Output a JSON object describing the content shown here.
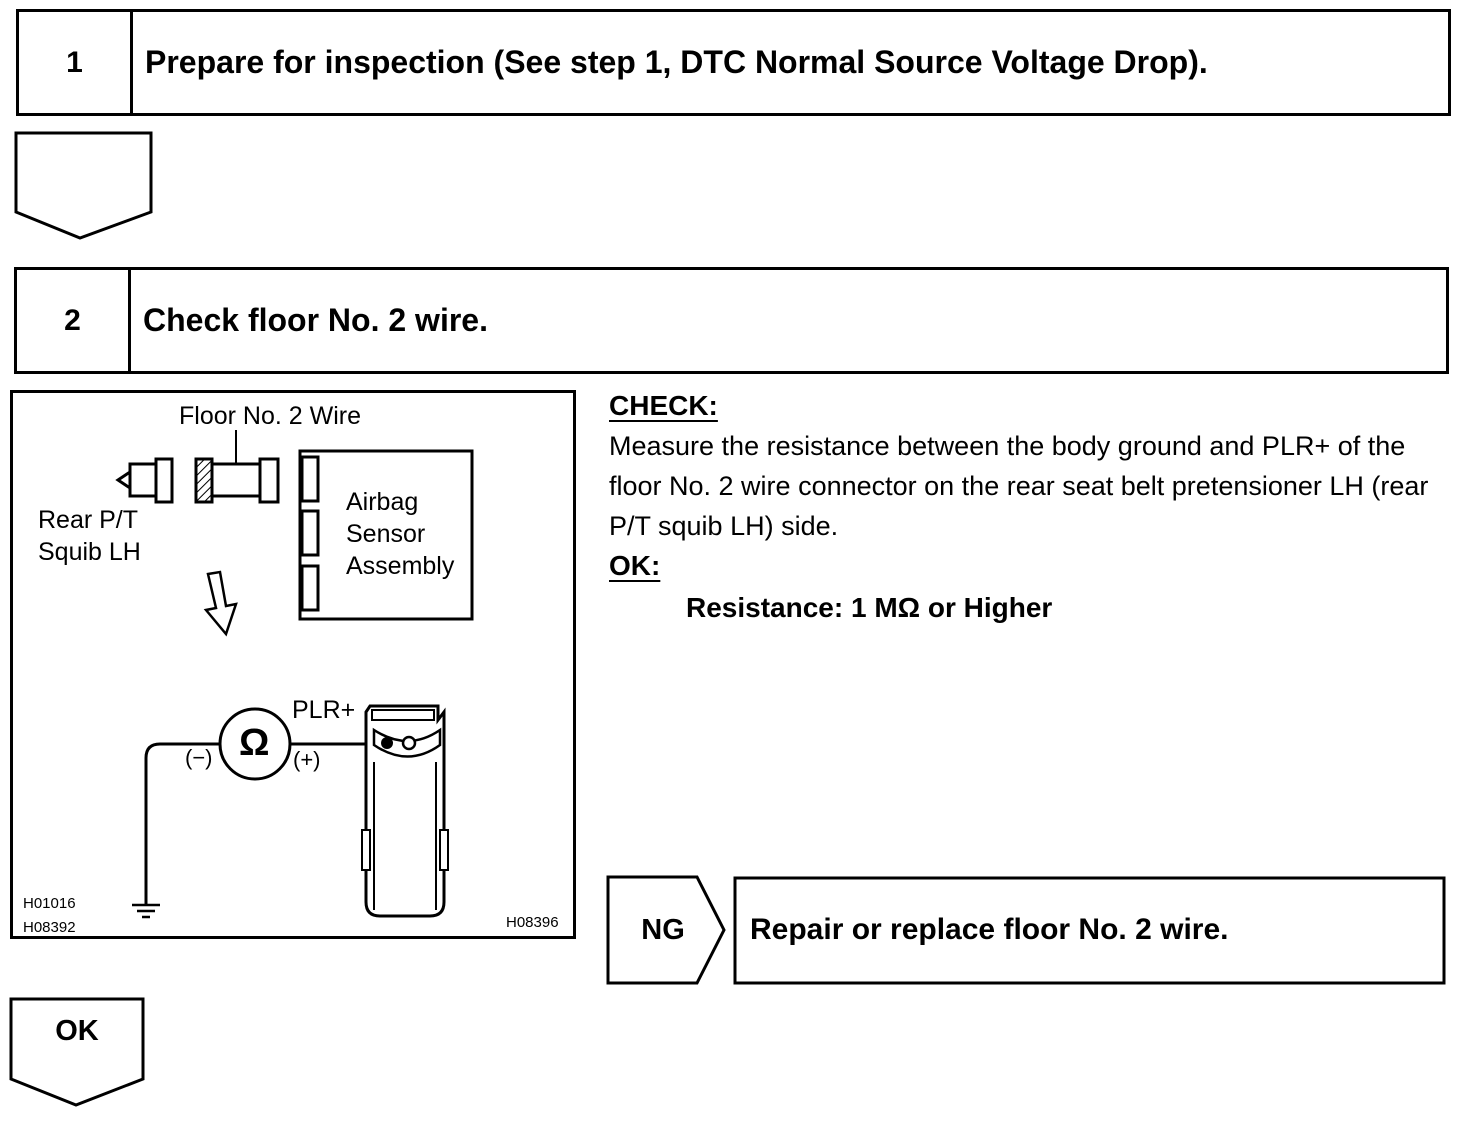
{
  "step1": {
    "number": "1",
    "title": "Prepare for inspection (See step 1, DTC Normal Source Voltage Drop)."
  },
  "step2": {
    "number": "2",
    "title": "Check floor No. 2 wire."
  },
  "diagram": {
    "wire_label": "Floor No. 2 Wire",
    "squib_label_line1": "Rear P/T",
    "squib_label_line2": "Squib LH",
    "sensor_label_line1": "Airbag",
    "sensor_label_line2": "Sensor",
    "sensor_label_line3": "Assembly",
    "meter_symbol": "Ω",
    "terminal_label": "PLR+",
    "minus_label": "(−)",
    "plus_label": "(+)",
    "code_1": "H01016",
    "code_2": "H08392",
    "code_3": "H08396"
  },
  "check": {
    "heading": "CHECK:",
    "text": "Measure the resistance between the body ground and PLR+ of the floor No. 2 wire connector on the rear seat belt pretensioner LH (rear P/T squib LH) side.",
    "ok_heading": "OK:",
    "spec": "Resistance: 1 MΩ or Higher"
  },
  "ng": {
    "label": "NG",
    "action": "Repair or replace floor No. 2 wire."
  },
  "ok_flow": {
    "label": "OK"
  }
}
